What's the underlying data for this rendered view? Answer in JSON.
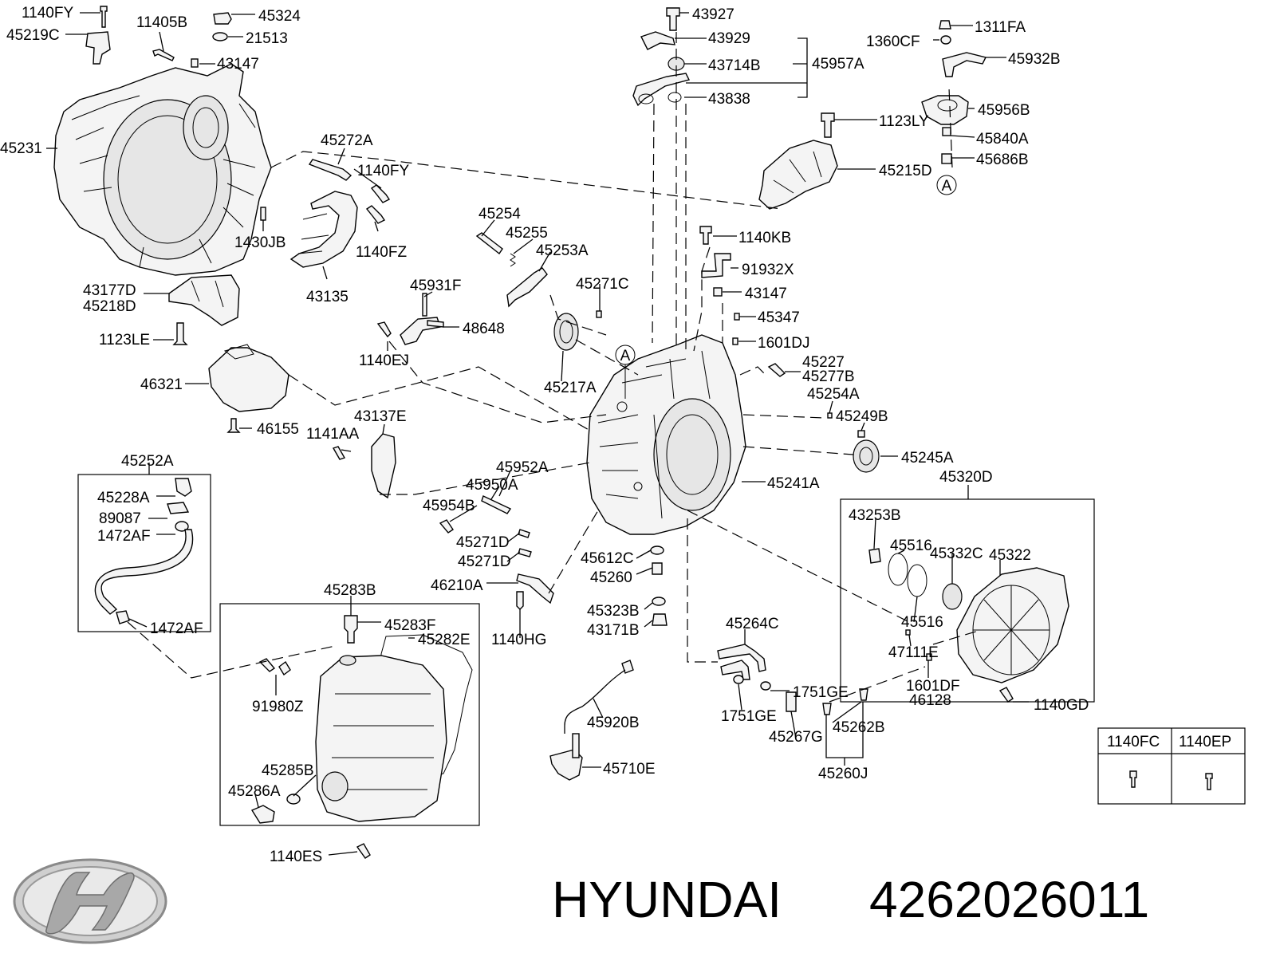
{
  "brand": {
    "name": "HYUNDAI",
    "part_number": "4262026011"
  },
  "callout": {
    "letter": "A"
  },
  "legend": {
    "col1": "1140FC",
    "col2": "1140EP"
  },
  "labels": {
    "l1140FY_a": "1140FY",
    "l11405B": "11405B",
    "l45324": "45324",
    "l45219C": "45219C",
    "l21513": "21513",
    "l43147_a": "43147",
    "l45231": "45231",
    "l45272A": "45272A",
    "l1140FY_b": "1140FY",
    "l1430JB": "1430JB",
    "l1140FZ": "1140FZ",
    "l43135": "43135",
    "l43177D": "43177D",
    "l45218D": "45218D",
    "l1123LE": "1123LE",
    "l46321": "46321",
    "l46155": "46155",
    "l45252A": "45252A",
    "l45228A": "45228A",
    "l89087": "89087",
    "l1472AF_a": "1472AF",
    "l1472AF_b": "1472AF",
    "l43927": "43927",
    "l43929": "43929",
    "l43714B": "43714B",
    "l45957A": "45957A",
    "l43838": "43838",
    "l1311FA": "1311FA",
    "l1360CF": "1360CF",
    "l45932B": "45932B",
    "l45956B": "45956B",
    "l1123LY": "1123LY",
    "l45840A": "45840A",
    "l45686B": "45686B",
    "l45215D": "45215D",
    "l45254": "45254",
    "l45255": "45255",
    "l45253A": "45253A",
    "l1140KB": "1140KB",
    "l91932X": "91932X",
    "l45931F": "45931F",
    "l45271C": "45271C",
    "l43147_b": "43147",
    "l45347": "45347",
    "l48648": "48648",
    "l1601DJ": "1601DJ",
    "l1140EJ": "1140EJ",
    "l45217A": "45217A",
    "l45227": "45227",
    "l45277B": "45277B",
    "l45254A": "45254A",
    "l43137E": "43137E",
    "l45249B": "45249B",
    "l1141AA": "1141AA",
    "l45245A": "45245A",
    "l45952A": "45952A",
    "l45950A": "45950A",
    "l45241A": "45241A",
    "l45320D": "45320D",
    "l45954B": "45954B",
    "l43253B": "43253B",
    "l45271D_a": "45271D",
    "l45271D_b": "45271D",
    "l45516_a": "45516",
    "l45332C": "45332C",
    "l45322": "45322",
    "l45612C": "45612C",
    "l45260": "45260",
    "l46210A": "46210A",
    "l45516_b": "45516",
    "l45323B": "45323B",
    "l43171B": "43171B",
    "l45283B": "45283B",
    "l45283F": "45283F",
    "l45282E": "45282E",
    "l1140HG": "1140HG",
    "l45264C": "45264C",
    "l47111E": "47111E",
    "l91980Z": "91980Z",
    "l45920B": "45920B",
    "l1751GE_a": "1751GE",
    "l1601DF": "1601DF",
    "l46128": "46128",
    "l1140GD": "1140GD",
    "l1751GE_b": "1751GE",
    "l45262B": "45262B",
    "l45267G": "45267G",
    "l45285B": "45285B",
    "l45286A": "45286A",
    "l45710E": "45710E",
    "l45260J": "45260J",
    "l1140ES": "1140ES"
  }
}
